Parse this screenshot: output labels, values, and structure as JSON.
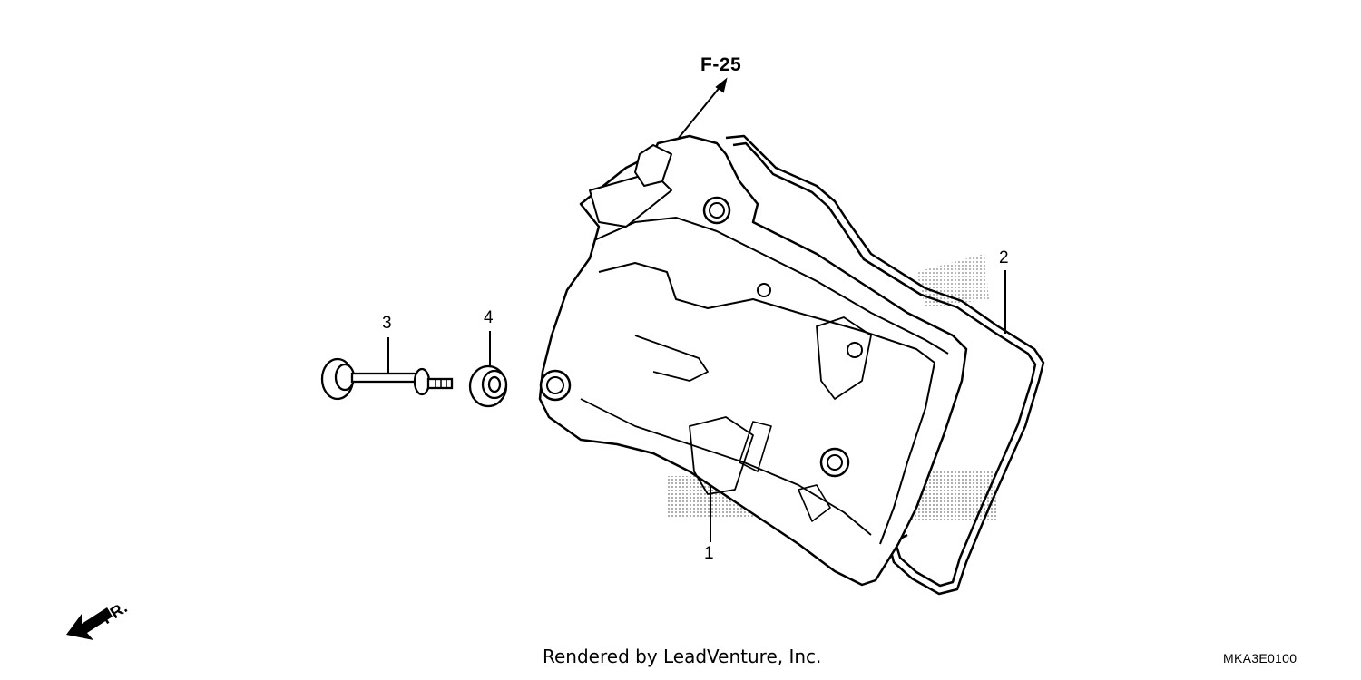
{
  "callouts": {
    "part_1": "1",
    "part_2": "2",
    "part_3": "3",
    "part_4": "4"
  },
  "reference": "F-25",
  "front_indicator": "FR.",
  "footer": {
    "credit": "Rendered by LeadVenture, Inc.",
    "diagram_code": "MKA3E0100"
  },
  "colors": {
    "line": "#000000",
    "background": "#ffffff",
    "watermark": "#b8b8b8"
  }
}
